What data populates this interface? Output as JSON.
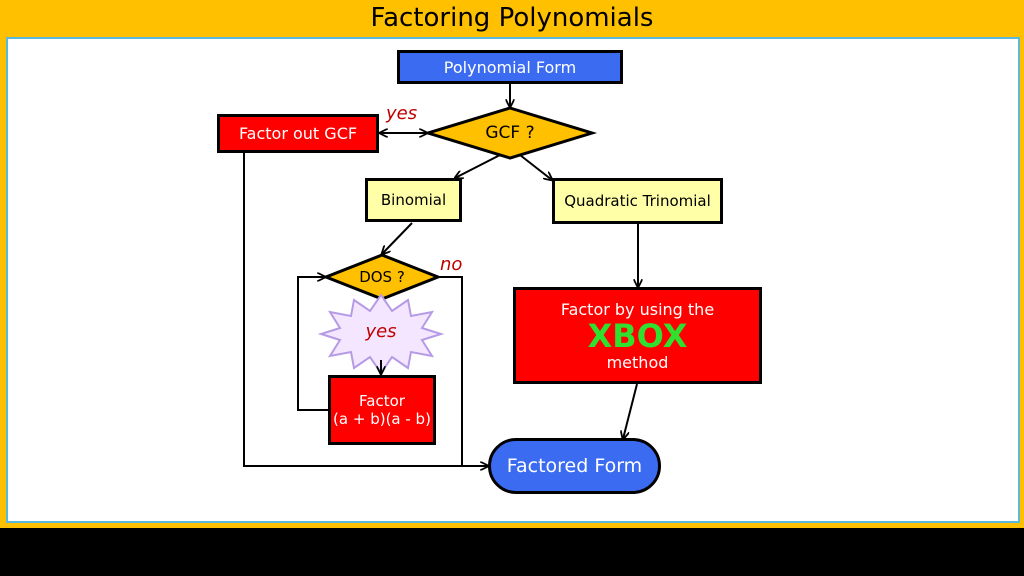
{
  "title": "Factoring Polynomials",
  "nodes": {
    "polynomial_form": "Polynomial Form",
    "gcf_question": "GCF ?",
    "factor_out_gcf": "Factor out GCF",
    "binomial": "Binomial",
    "quadratic_trinomial": "Quadratic Trinomial",
    "dos_question": "DOS ?",
    "factor_line1": "Factor",
    "factor_line2": "(a + b)(a - b)",
    "xbox_line1": "Factor by using the",
    "xbox_line2": "XBOX",
    "xbox_line3": "method",
    "factored_form": "Factored Form"
  },
  "labels": {
    "gcf_yes": "yes",
    "dos_no": "no",
    "dos_yes": "yes"
  },
  "colors": {
    "background": "#FFC000",
    "panel_border": "#5BB8D9",
    "blue": "#3B6BF0",
    "red": "#FF0000",
    "yellow_box": "#FFFFA8",
    "diamond": "#FFC000",
    "xbox_text": "#2FE02F",
    "burst": "#F5E6FF",
    "label_red": "#C00000"
  }
}
